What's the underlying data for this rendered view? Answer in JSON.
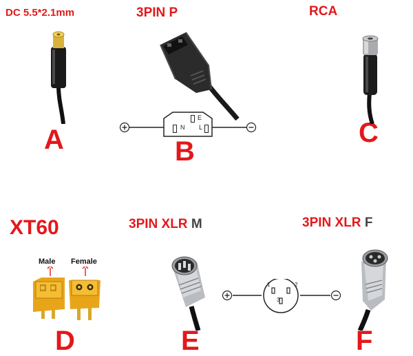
{
  "colors": {
    "label_red": "#e3181b",
    "suffix_gray": "#444444",
    "cable_black": "#111111",
    "metal_silver": "#b9bcc0",
    "xt60_yellow": "#f0b321",
    "gold_pin": "#e9c24a"
  },
  "connectors": {
    "a": {
      "title": "DC 5.5*2.1mm",
      "letter": "A"
    },
    "b": {
      "title": "3PIN P",
      "letter": "B",
      "pin_n": "N",
      "pin_e": "E",
      "pin_l": "L"
    },
    "c": {
      "title": "RCA",
      "letter": "C"
    },
    "d": {
      "title": "XT60",
      "letter": "D",
      "male_label": "Male",
      "female_label": "Female"
    },
    "e": {
      "title": "3PIN XLR",
      "suffix": "M",
      "letter": "E"
    },
    "f": {
      "title": "3PIN XLR",
      "suffix": "F",
      "letter": "F",
      "pin1": "1",
      "pin2": "2",
      "pin3": "3"
    }
  },
  "icons": {
    "plus": "plus-circle-icon",
    "minus": "minus-circle-icon"
  }
}
